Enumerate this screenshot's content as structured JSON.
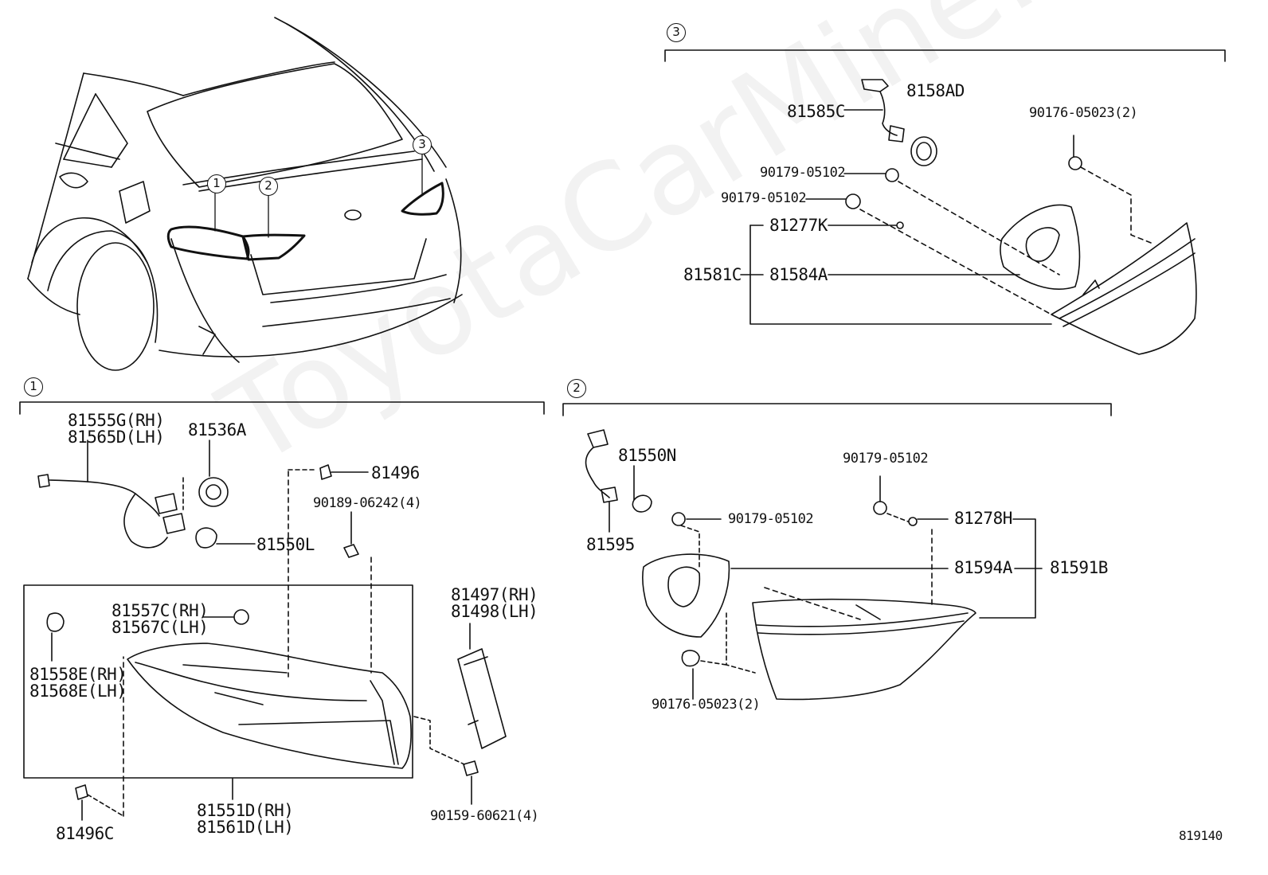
{
  "watermark": "ToyotaCarMine.ru",
  "figure_number": "819140",
  "callouts": {
    "c1": "1",
    "c2": "2",
    "c3": "3"
  },
  "section1": {
    "p81555": "81555G(RH)",
    "p81565": "81565D(LH)",
    "p81536": "81536A",
    "p81496": "81496",
    "p90189": "90189-06242(4)",
    "p81550l": "81550L",
    "p81557": "81557C(RH)",
    "p81567": "81567C(LH)",
    "p81497": "81497(RH)",
    "p81498": "81498(LH)",
    "p81558": "81558E(RH)",
    "p81568": "81568E(LH)",
    "p81496c": "81496C",
    "p81551": "81551D(RH)",
    "p81561": "81561D(LH)",
    "p90159": "90159-60621(4)"
  },
  "section2": {
    "p81550n": "81550N",
    "p81595": "81595",
    "p90179a": "90179-05102",
    "p90179b": "90179-05102",
    "p81278": "81278H",
    "p81594": "81594A",
    "p81591": "81591B",
    "p90176": "90176-05023(2)"
  },
  "section3": {
    "p81585": "81585C",
    "p8158ad": "8158AD",
    "p90176": "90176-05023(2)",
    "p90179a": "90179-05102",
    "p90179b": "90179-05102",
    "p81277": "81277K",
    "p81581": "81581C",
    "p81584": "81584A"
  }
}
